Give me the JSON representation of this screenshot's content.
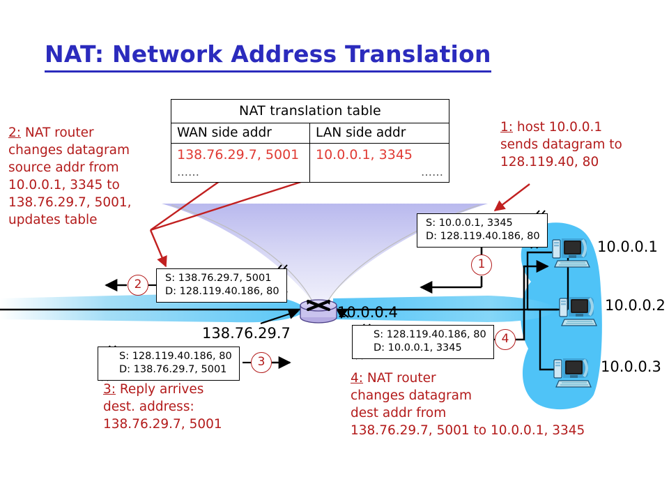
{
  "title": "NAT: Network Address Translation",
  "colors": {
    "title_blue": "#2b2bbd",
    "annotation_red": "#b31b1b",
    "table_value_red": "#e03a33",
    "lan_cloud_blue": "#4fc3f7",
    "wan_band_blue": "#5ec8f2",
    "fan_lavender": "#ccccf2",
    "router_body": "#c9c3ee"
  },
  "nat_table": {
    "title": "NAT translation table",
    "columns": [
      "WAN side addr",
      "LAN side addr"
    ],
    "rows": [
      [
        "138.76.29.7, 5001",
        "10.0.0.1, 3345"
      ],
      [
        "……",
        "……"
      ]
    ]
  },
  "notes": {
    "step1": {
      "number": "1:",
      "lines": [
        " host 10.0.0.1",
        "sends datagram to",
        "128.119.40, 80"
      ]
    },
    "step2": {
      "number": "2:",
      "lines": [
        " NAT router",
        "changes datagram",
        "source addr from",
        "10.0.0.1, 3345 to",
        "138.76.29.7, 5001,",
        "updates table"
      ]
    },
    "step3": {
      "number": "3:",
      "lines": [
        " Reply arrives",
        "dest. address:",
        "138.76.29.7, 5001"
      ]
    },
    "step4": {
      "number": "4:",
      "lines": [
        " NAT router",
        "changes datagram",
        "dest addr from",
        "138.76.29.7, 5001 to 10.0.0.1, 3345"
      ]
    }
  },
  "packets": {
    "p1": {
      "source": "S: 10.0.0.1, 3345",
      "dest": "D: 128.119.40.186, 80"
    },
    "p2": {
      "source": "S: 138.76.29.7, 5001",
      "dest": "D: 128.119.40.186, 80"
    },
    "p3": {
      "source": "S: 128.119.40.186, 80",
      "dest": "D: 138.76.29.7, 5001"
    },
    "p4": {
      "source": "S: 128.119.40.186, 80",
      "dest": "D: 10.0.0.1, 3345"
    }
  },
  "step_circles": {
    "c1": "1",
    "c2": "2",
    "c3": "3",
    "c4": "4"
  },
  "labels": {
    "wan_interface_ip": "138.76.29.7",
    "lan_interface_ip": "10.0.0.4",
    "host1_ip": "10.0.0.1",
    "host2_ip": "10.0.0.2",
    "host3_ip": "10.0.0.3"
  }
}
